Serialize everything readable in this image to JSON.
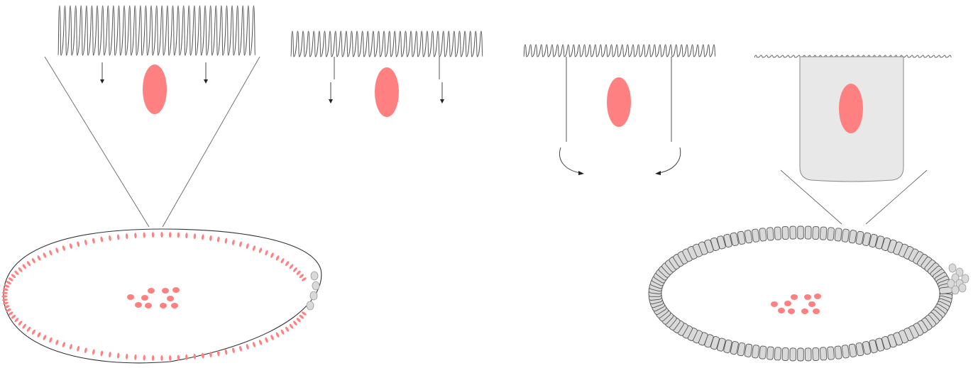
{
  "colors": {
    "nucleus": "#ff8080",
    "cell_fill": "#d9d9d9",
    "cell_stroke": "#555555",
    "line": "#444444",
    "membrane": "#555555",
    "background": "#ffffff",
    "cytoplasm": "#e8e8e8"
  },
  "stages": [
    {
      "id": "stage-1",
      "membrane": "deep-folds",
      "arrows": "short-down"
    },
    {
      "id": "stage-2",
      "membrane": "medium-folds",
      "arrows": "down"
    },
    {
      "id": "stage-3",
      "membrane": "shallow-folds",
      "arrows": "curved-inward"
    },
    {
      "id": "stage-4",
      "membrane": "flat-with-cytoplasm",
      "arrows": "none"
    }
  ],
  "embryos": [
    {
      "id": "syncytial-blastoderm",
      "type": "nuclei-at-periphery",
      "pole_cells": 4
    },
    {
      "id": "cellular-blastoderm",
      "type": "cell-layer",
      "pole_cells": 8
    }
  ]
}
